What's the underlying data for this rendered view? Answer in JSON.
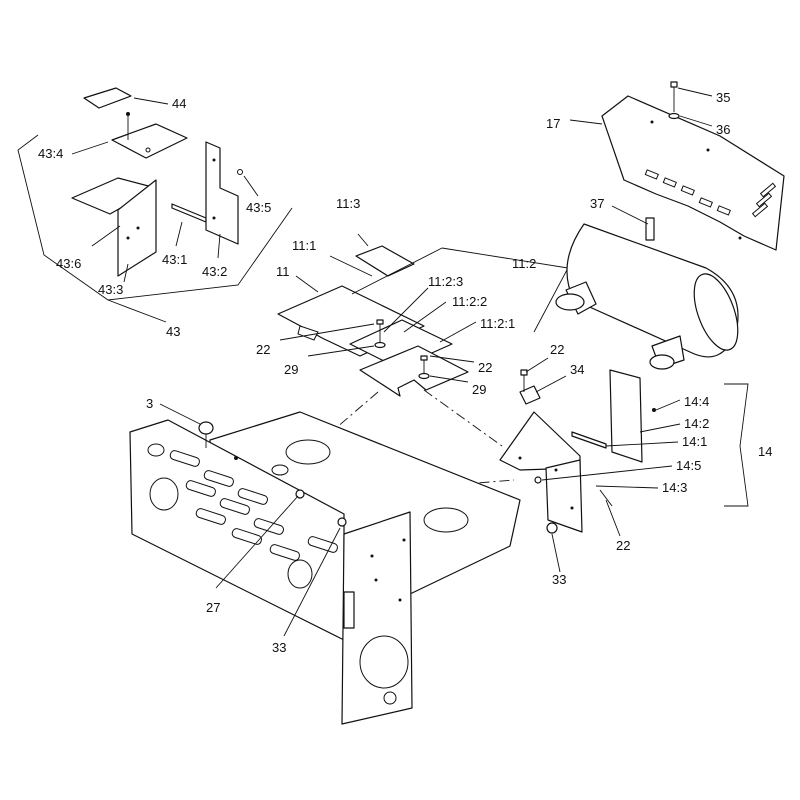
{
  "callouts": {
    "c44": "44",
    "c43_4": "43:4",
    "c43_5": "43:5",
    "c43_6": "43:6",
    "c43_1": "43:1",
    "c43_2": "43:2",
    "c43_3": "43:3",
    "c43": "43",
    "c11_3": "11:3",
    "c11_1": "11:1",
    "c11_2": "11:2",
    "c11": "11",
    "c11_2_3": "11:2:3",
    "c11_2_2": "11:2:2",
    "c11_2_1": "11:2:1",
    "c22_a": "22",
    "c29_a": "29",
    "c22_b": "22",
    "c29_b": "29",
    "c22_c": "22",
    "c34": "34",
    "c35": "35",
    "c36": "36",
    "c17": "17",
    "c37": "37",
    "c3": "3",
    "c14_4": "14:4",
    "c14_2": "14:2",
    "c14_1": "14:1",
    "c14": "14",
    "c14_5": "14:5",
    "c14_3": "14:3",
    "c22_d": "22",
    "c33_a": "33",
    "c27": "27",
    "c33_b": "33"
  }
}
